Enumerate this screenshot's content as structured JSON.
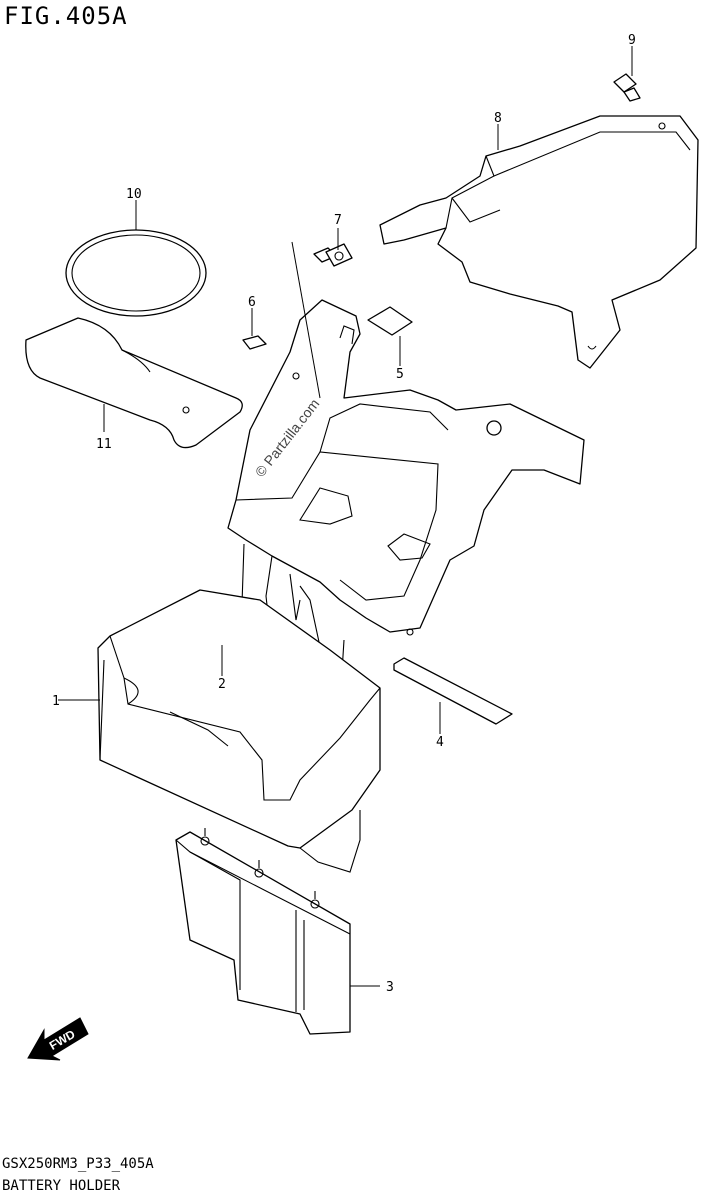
{
  "figure": {
    "title": "FIG.405A",
    "code": "GSX250RM3_P33_405A",
    "name": "BATTERY HOLDER"
  },
  "watermark": "© Partzilla.com",
  "direction_label": "FWD",
  "callouts": [
    "1",
    "2",
    "3",
    "4",
    "5",
    "6",
    "7",
    "8",
    "9",
    "10",
    "11"
  ]
}
